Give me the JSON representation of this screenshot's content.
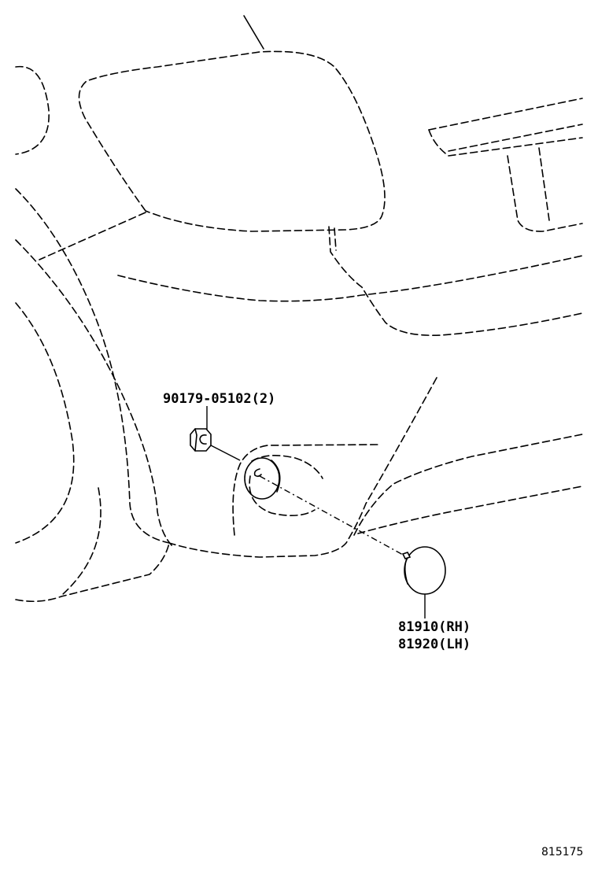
{
  "diagram": {
    "parts": [
      {
        "number": "90179-05102",
        "qty": "(2)",
        "label": "90179-05102(2)"
      },
      {
        "number": "81910",
        "side": "(RH)",
        "label": "81910(RH)"
      },
      {
        "number": "81920",
        "side": "(LH)",
        "label": "81920(LH)"
      }
    ],
    "diagram_id": "815175"
  }
}
